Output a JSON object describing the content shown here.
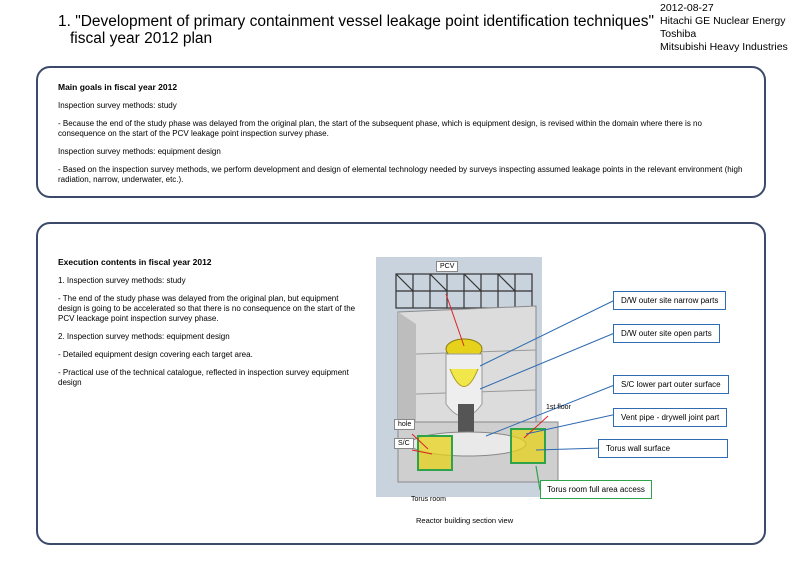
{
  "header": {
    "title_line1": "1. \"Development of primary containment vessel leakage point identification techniques\"",
    "title_line2": "fiscal year 2012 plan",
    "date": "2012-08-27",
    "companies": [
      "Hitachi GE Nuclear Energy",
      "Toshiba",
      "Mitsubishi Heavy Industries"
    ]
  },
  "goals": {
    "heading": "Main goals in fiscal year 2012",
    "paragraphs": [
      "Inspection survey methods: study",
      "- Because the end of the study phase was delayed from the original plan, the start of the subsequent phase, which is equipment design, is revised within the domain where there is no consequence on the start of the PCV leakage point inspection survey phase.",
      "Inspection survey methods: equipment design",
      "- Based on the inspection survey methods, we perform development and design of elemental technology needed by surveys inspecting assumed leakage points in the relevant environment (high radiation, narrow, underwater, etc.)."
    ]
  },
  "execution": {
    "heading": "Execution contents in fiscal year 2012",
    "paragraphs": [
      "1. Inspection survey methods: study",
      "- The end of the study phase was delayed from the original plan, but equipment design is going to be accelerated so that there is no consequence on the start of the PCV leackage point inspection survey phase.",
      "2. Inspection survey methods: equipment design",
      "- Detailed equipment design covering each target area.",
      "- Practical use of the technical catalogue, reflected in inspection survey equipment design"
    ]
  },
  "diagram": {
    "pcv_label": "PCV",
    "hole_label": "hole",
    "sc_label": "S/C",
    "first_floor_label": "1st floor",
    "torus_room_label": "Torus room",
    "caption": "Reactor building section view",
    "callouts": [
      "D/W outer site narrow parts",
      "D/W outer site open parts",
      "S/C lower part outer surface",
      "Vent pipe - drywell joint part",
      "Torus wall surface"
    ],
    "green_callout": "Torus room full area access",
    "colors": {
      "callout_border": "#2f6bb0",
      "green_border": "#2fa34a",
      "panel_border": "#3b4a6b",
      "highlight": "#e6d21a"
    }
  }
}
